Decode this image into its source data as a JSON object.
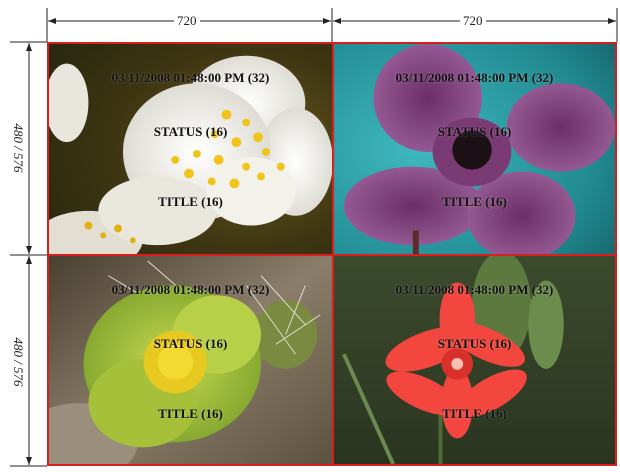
{
  "dimensions": {
    "width_label_left": "720",
    "width_label_right": "720",
    "height_label_top": "480 / 576",
    "height_label_bottom": "480 / 576"
  },
  "tiles": [
    {
      "subject": "white-flower",
      "date": "03/11/2008 01:48:00 PM (32)",
      "status": "STATUS (16)",
      "title": "TITLE (16)"
    },
    {
      "subject": "purple-flower",
      "date": "03/11/2008 01:48:00 PM (32)",
      "status": "STATUS (16)",
      "title": "TITLE (16)"
    },
    {
      "subject": "green-cactus-flower",
      "date": "03/11/2008 01:48:00 PM (32)",
      "status": "STATUS (16)",
      "title": "TITLE (16)"
    },
    {
      "subject": "red-flower",
      "date": "03/11/2008 01:48:00 PM (32)",
      "status": "STATUS (16)",
      "title": "TITLE (16)"
    }
  ],
  "colors": {
    "tile_border": "#d81e1e"
  }
}
